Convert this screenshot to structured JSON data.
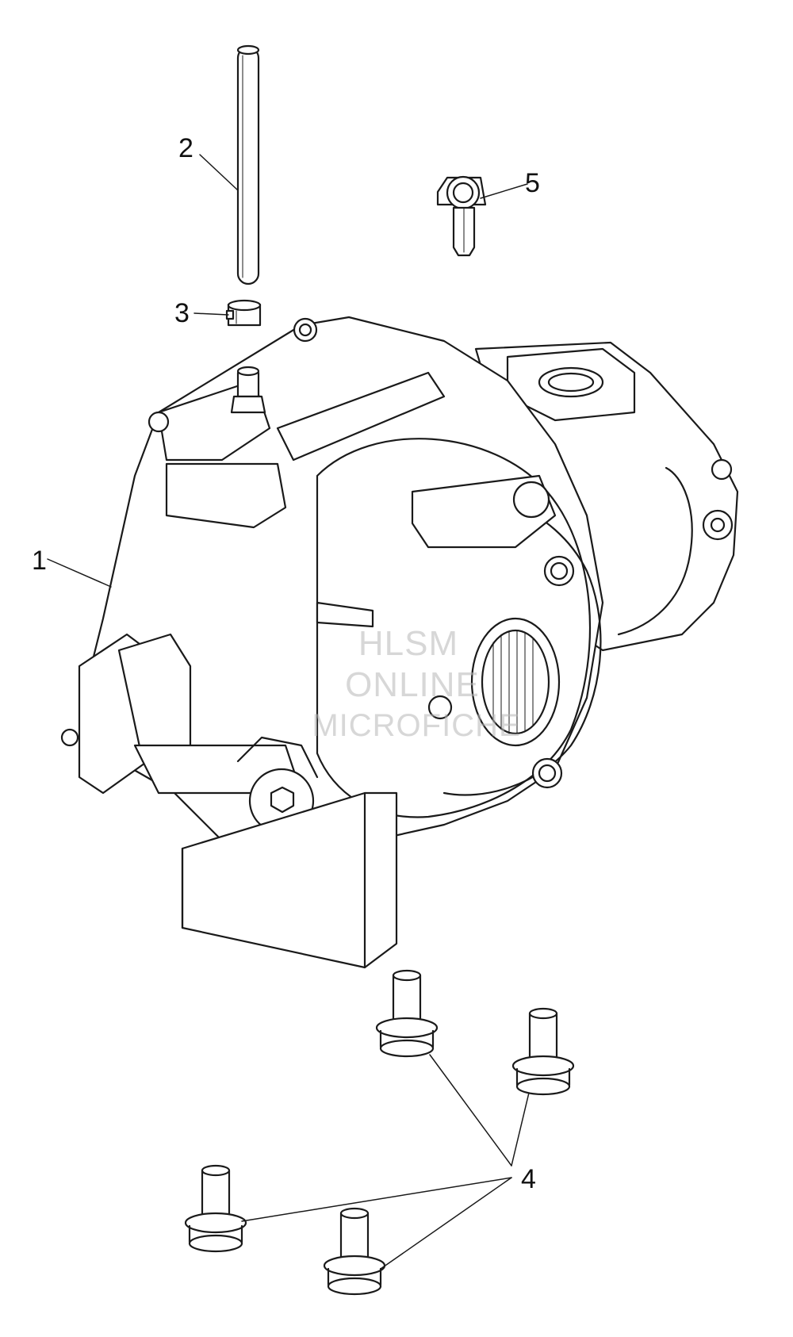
{
  "diagram": {
    "callouts": [
      {
        "id": "1",
        "label": "1",
        "part": "transmission-housing"
      },
      {
        "id": "2",
        "label": "2",
        "part": "vent-tube"
      },
      {
        "id": "3",
        "label": "3",
        "part": "hose-clamp"
      },
      {
        "id": "4",
        "label": "4",
        "part": "flange-bolt"
      },
      {
        "id": "5",
        "label": "5",
        "part": "sensor"
      }
    ],
    "watermark": {
      "line1": "HLSM",
      "line2": "ONLINE",
      "line3": "MICROFICHE"
    },
    "colors": {
      "stroke": "#1a1a1a",
      "fill": "#ffffff",
      "watermark": "#b8b8b8"
    }
  }
}
